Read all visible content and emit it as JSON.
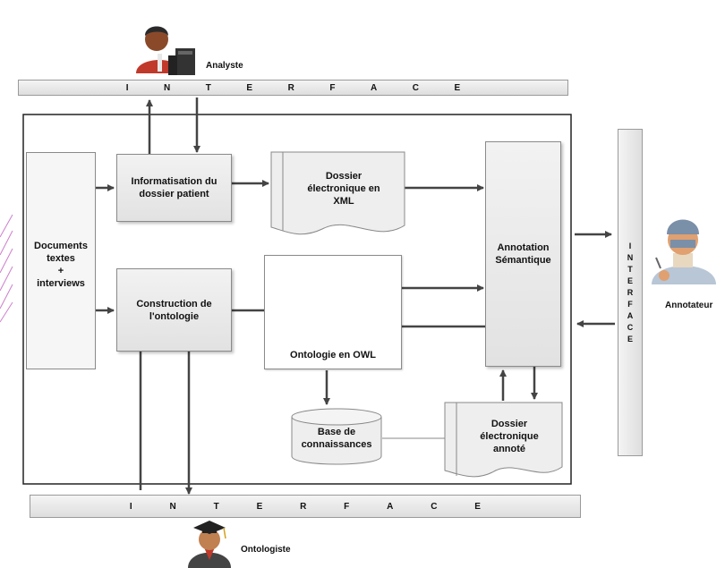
{
  "actors": {
    "analyst": "Analyste",
    "annotator": "Annotateur",
    "ontologist": "Ontologiste"
  },
  "interfaces": {
    "top_letters": [
      "I",
      "N",
      "T",
      "E",
      "R",
      "F",
      "A",
      "C",
      "E"
    ],
    "bottom_letters": [
      "I",
      "N",
      "T",
      "E",
      "R",
      "F",
      "A",
      "C",
      "E"
    ],
    "right_letters": [
      "I",
      "N",
      "T",
      "E",
      "R",
      "F",
      "A",
      "C",
      "E"
    ]
  },
  "nodes": {
    "documents": "Documents\ntextes\n+\ninterviews",
    "informatisation": "Informatisation du\ndossier patient",
    "dossier_xml": "Dossier\nélectronique en\nXML",
    "annotation": "Annotation\nSémantique",
    "construction": "Construction de\nl'ontologie",
    "ontologie_owl": "Ontologie en OWL",
    "base": "Base de\nconnaissances",
    "dossier_annote": "Dossier\nélectronique\nannoté"
  },
  "colors": {
    "arrow": "#444444",
    "tree_node": "#f6c89a",
    "hatch": "#c060c0"
  },
  "icons": [
    "analyst-person-icon",
    "computer-icon",
    "annotator-surgeon-icon",
    "ontologist-graduate-icon",
    "document-stack-icon",
    "tree-icon"
  ]
}
